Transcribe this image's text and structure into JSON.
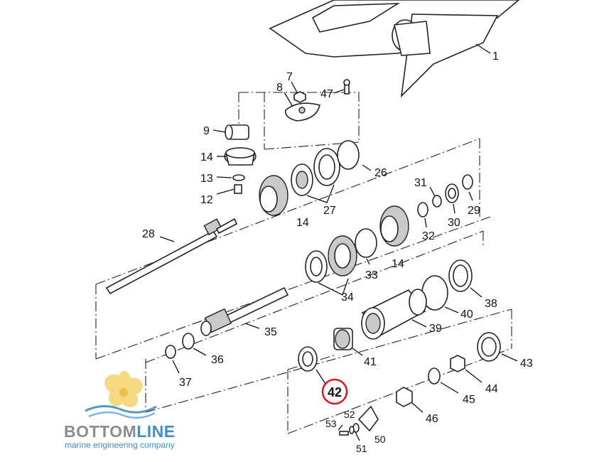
{
  "diagram": {
    "part_numbers": [
      "1",
      "7",
      "8",
      "47",
      "9",
      "14",
      "26",
      "13",
      "12",
      "27",
      "31",
      "29",
      "30",
      "28",
      "32",
      "33",
      "34",
      "38",
      "40",
      "35",
      "39",
      "36",
      "41",
      "43",
      "37",
      "42",
      "44",
      "45",
      "46",
      "52",
      "53",
      "50",
      "51"
    ],
    "highlighted_part": "42",
    "highlight_color": "#e0121b"
  },
  "logo": {
    "word_primary": "BOTTOM",
    "word_secondary": "LINE",
    "tagline": "marine engineering company",
    "colors": {
      "primary": "#8c8c8c",
      "secondary": "#3f8fc4",
      "propeller": "#f2d26a",
      "wave": "#4d98cc"
    }
  }
}
